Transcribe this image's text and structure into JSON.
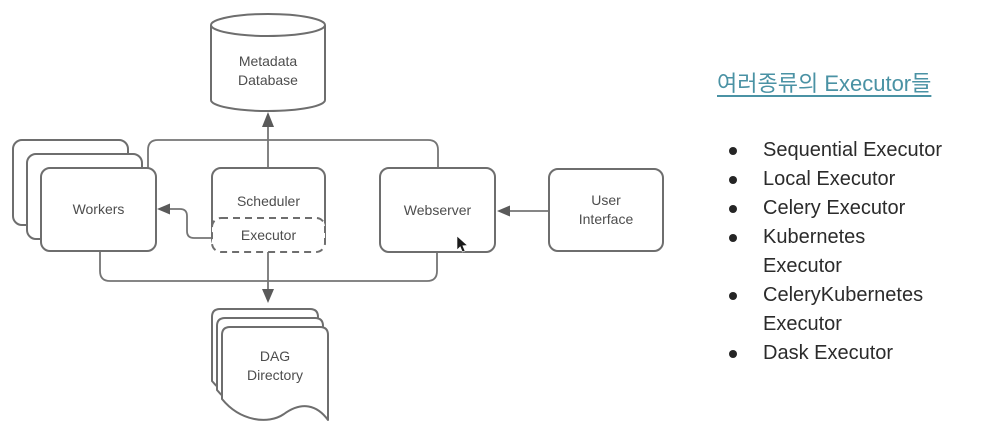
{
  "diagram": {
    "metadata_db": {
      "line1": "Metadata",
      "line2": "Database"
    },
    "workers": {
      "label": "Workers"
    },
    "scheduler": {
      "label": "Scheduler"
    },
    "executor": {
      "label": "Executor"
    },
    "webserver": {
      "label": "Webserver"
    },
    "user_interface": {
      "line1": "User",
      "line2": "Interface"
    },
    "dag_directory": {
      "line1": "DAG",
      "line2": "Directory"
    }
  },
  "panel": {
    "heading": "여러종류의 Executor들",
    "items": [
      "Sequential Executor",
      "Local Executor",
      "Celery Executor",
      "Kubernetes Executor",
      "CeleryKubernetes Executor",
      "Dask Executor"
    ]
  },
  "colors": {
    "box_stroke": "#6e6e6e",
    "line_stroke": "#757575",
    "arrow_fill": "#5a5a5a",
    "label_text": "#4d4d4d",
    "heading_teal": "#4a92a4",
    "list_text": "#2b2b2b"
  }
}
